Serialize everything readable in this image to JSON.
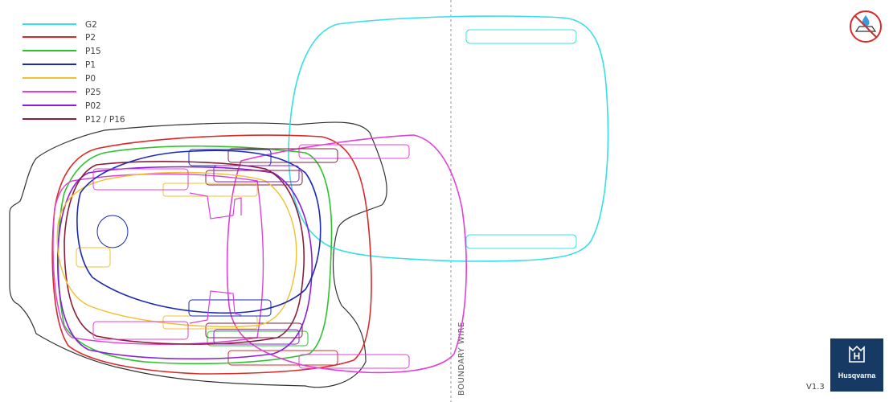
{
  "legend": [
    {
      "label": "G2",
      "color": "#35e0e6"
    },
    {
      "label": "P2",
      "color": "#d92a2a"
    },
    {
      "label": "P15",
      "color": "#2ec22e"
    },
    {
      "label": "P1",
      "color": "#1a2ab4"
    },
    {
      "label": "P0",
      "color": "#f0c030"
    },
    {
      "label": "P25",
      "color": "#e040d8"
    },
    {
      "label": "P02",
      "color": "#8a1fd6"
    },
    {
      "label": "P12 / P16",
      "color": "#8a1f3a"
    }
  ],
  "outline_color": "#333333",
  "boundary_wire": {
    "label": "BOUNDARY WIRE"
  },
  "version": "V1.3",
  "brand": {
    "name": "Husqvarna",
    "color": "#173a64",
    "icon": "husqvarna-crown-h-logo"
  },
  "warning": {
    "icon": "no-water-washing-icon",
    "color": "#d92a2a"
  }
}
